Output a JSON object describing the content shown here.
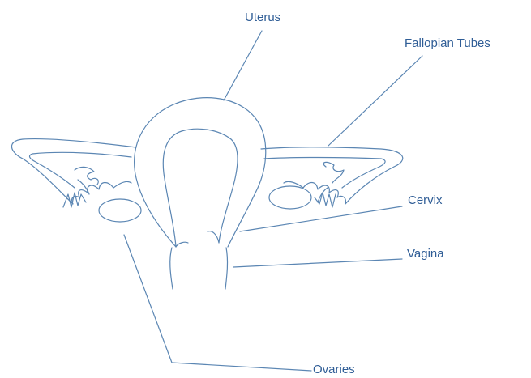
{
  "labels": {
    "uterus": "Uterus",
    "fallopian_tubes": "Fallopian Tubes",
    "cervix": "Cervix",
    "vagina": "Vagina",
    "ovaries": "Ovaries"
  },
  "colors": {
    "line": "#5b86b3",
    "text": "#2f5d96",
    "background": "#ffffff"
  }
}
